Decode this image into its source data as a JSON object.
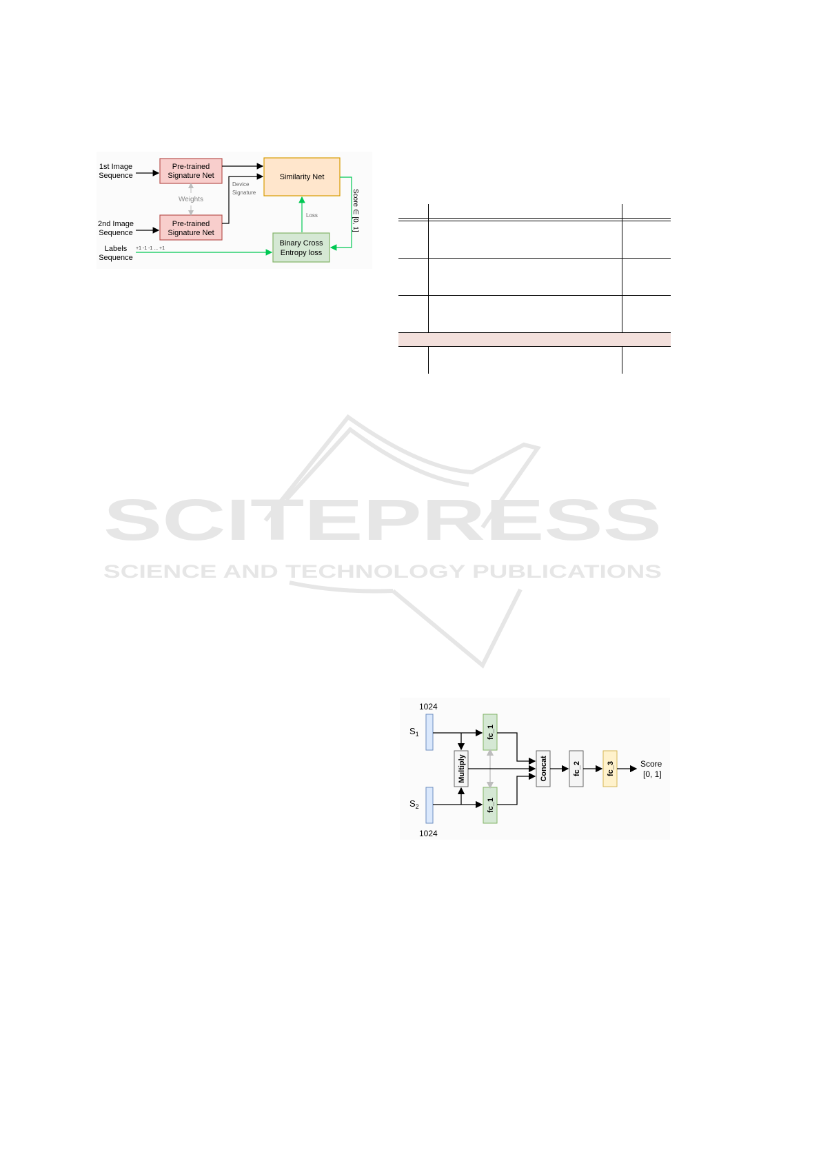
{
  "figure1": {
    "inputs": {
      "first": [
        "1st Image",
        "Sequence"
      ],
      "second": [
        "2nd Image",
        "Sequence"
      ],
      "labels": [
        "Labels",
        "Sequence"
      ],
      "label_values": "+1 -1 -1 ... +1"
    },
    "blocks": {
      "signature_net_top": [
        "Pre-trained",
        "Signature Net"
      ],
      "signature_net_bottom": [
        "Pre-trained",
        "Signature Net"
      ],
      "similarity_net": "Similarity Net",
      "bce_loss": [
        "Binary Cross",
        "Entropy loss"
      ]
    },
    "edge_labels": {
      "weights": "Weights",
      "device_signature": [
        "Device",
        "Signature"
      ],
      "loss": "Loss",
      "score": "Score ∈ [0, 1]"
    },
    "colors": {
      "signature_fill": "#f8cecc",
      "signature_stroke": "#b85450",
      "similarity_fill": "#ffe6cc",
      "similarity_stroke": "#d79b00",
      "bce_fill": "#d5e8d4",
      "bce_stroke": "#82b366",
      "green_arrow": "#00c853",
      "gray_arrow": "#bdbdbd"
    }
  },
  "table": {
    "highlight_color": "#f3e0dc"
  },
  "watermark": {
    "title": "SCITEPRESS",
    "subtitle": "SCIENCE AND TECHNOLOGY PUBLICATIONS"
  },
  "figure2": {
    "dim_top": "1024",
    "dim_bottom": "1024",
    "s1": "S",
    "s1_sub": "1",
    "s2": "S",
    "s2_sub": "2",
    "fc1_top": "fc_1",
    "fc1_bottom": "fc_1",
    "multiply": "Multiply",
    "concat": "Concat",
    "fc2": "fc_2",
    "fc3": "fc_3",
    "score": [
      "Score",
      "[0, 1]"
    ],
    "colors": {
      "input_fill": "#dae8fc",
      "input_stroke": "#6c8ebf",
      "fc1_fill": "#d5e8d4",
      "fc1_stroke": "#82b366",
      "gray_fill": "#f5f5f5",
      "gray_stroke": "#666666",
      "fc3_fill": "#fff2cc",
      "fc3_stroke": "#d6b656"
    }
  }
}
